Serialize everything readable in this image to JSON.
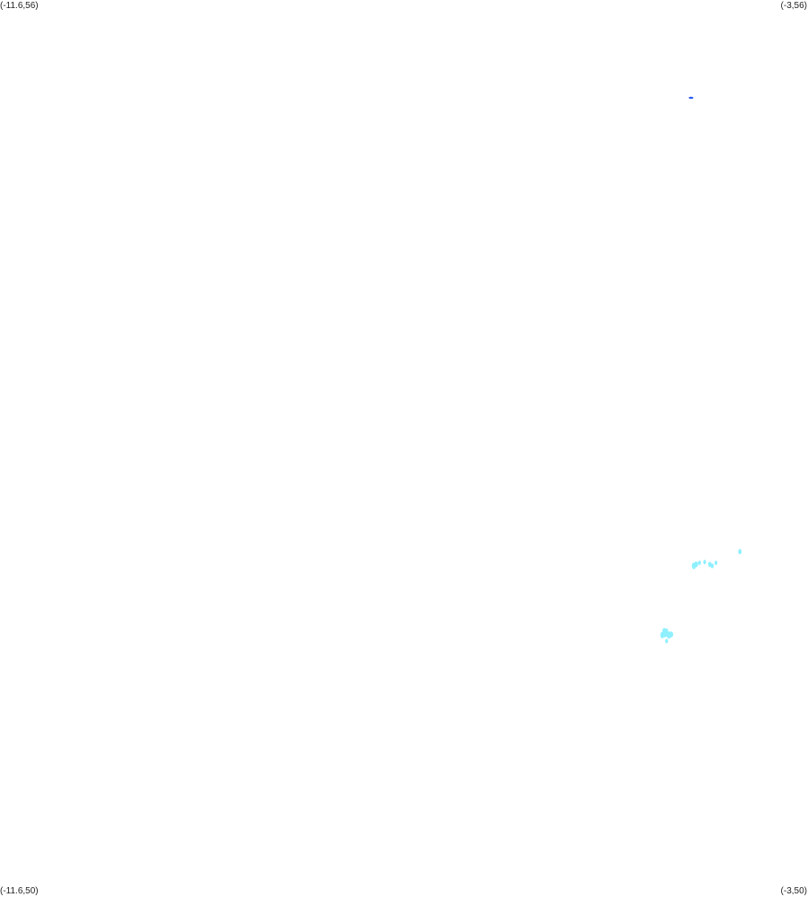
{
  "corners": {
    "top_left": "(-11.6,56)",
    "top_right": "(-3,56)",
    "bottom_left": "(-11.6,50)",
    "bottom_right": "(-3,50)"
  },
  "bounds": {
    "lon_min": -11.6,
    "lon_max": -3,
    "lat_min": 50,
    "lat_max": 56
  },
  "colors": {
    "dark_points": "#2b5cf0",
    "light_points": "#8ff0ff"
  },
  "points": [
    {
      "lon": -4.245,
      "lat": 55.346,
      "rx": 0.025,
      "ry": 0.004,
      "color": "dark"
    },
    {
      "lon": -3.725,
      "lat": 52.31,
      "r": 0.018,
      "color": "light"
    },
    {
      "lon": -4.215,
      "lat": 52.215,
      "r": 0.022,
      "color": "light"
    },
    {
      "lon": -4.19,
      "lat": 52.225,
      "r": 0.02,
      "color": "light"
    },
    {
      "lon": -4.155,
      "lat": 52.235,
      "r": 0.015,
      "color": "light"
    },
    {
      "lon": -4.1,
      "lat": 52.24,
      "r": 0.015,
      "color": "light"
    },
    {
      "lon": -4.045,
      "lat": 52.225,
      "r": 0.018,
      "color": "light"
    },
    {
      "lon": -4.02,
      "lat": 52.215,
      "r": 0.016,
      "color": "light"
    },
    {
      "lon": -3.98,
      "lat": 52.235,
      "r": 0.015,
      "color": "light"
    },
    {
      "lon": -4.53,
      "lat": 51.78,
      "r": 0.02,
      "color": "light"
    },
    {
      "lon": -4.505,
      "lat": 51.78,
      "r": 0.016,
      "color": "light"
    },
    {
      "lon": -4.55,
      "lat": 51.752,
      "r": 0.022,
      "color": "light"
    },
    {
      "lon": -4.52,
      "lat": 51.756,
      "r": 0.02,
      "color": "light"
    },
    {
      "lon": -4.48,
      "lat": 51.752,
      "r": 0.024,
      "color": "light"
    },
    {
      "lon": -4.455,
      "lat": 51.756,
      "r": 0.02,
      "color": "light"
    },
    {
      "lon": -4.505,
      "lat": 51.712,
      "r": 0.015,
      "color": "light"
    }
  ]
}
